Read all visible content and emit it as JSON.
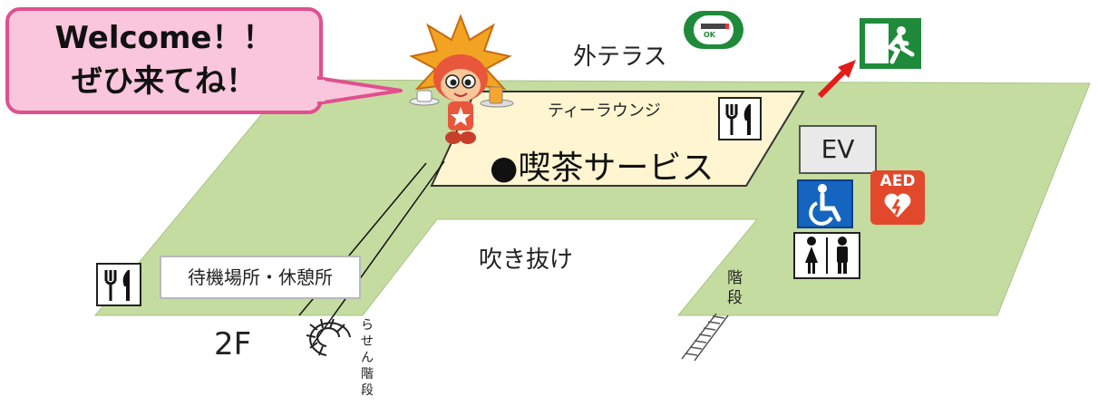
{
  "speech_bubble": {
    "line1": "Welcome！！",
    "line2": "ぜひ来てね！"
  },
  "map": {
    "outdoor_terrace": "外テラス",
    "tea_lounge": "ティーラウンジ",
    "cafe_service": "●喫茶サービス",
    "elevator": "EV",
    "atrium": "吹き抜け",
    "waiting_area": "待機場所・休憩所",
    "floor_label": "2F",
    "stairs": "階段",
    "spiral_stairs": "らせん階段",
    "aed": "AED",
    "no_smoking_badge": "OK"
  },
  "colors": {
    "floor_fill": "#c5dca0",
    "floor_edge": "#9fb97a",
    "lounge_fill": "#fff5d0",
    "bubble_fill": "#f9c6dd",
    "bubble_border": "#e0508e",
    "exit_green": "#1f8b3a",
    "accessible_blue": "#1565c0",
    "aed_red": "#e2492c",
    "arrow_red": "#e31b1b"
  },
  "icons": {
    "restaurant": "fork-knife-icon",
    "no_smoking": "no-smoking-icon",
    "exit": "emergency-exit-icon",
    "wheelchair": "wheelchair-icon",
    "restroom": "restroom-icon",
    "aed": "aed-heart-icon",
    "mascot": "mascot-character",
    "spiral": "spiral-stairs-icon"
  }
}
